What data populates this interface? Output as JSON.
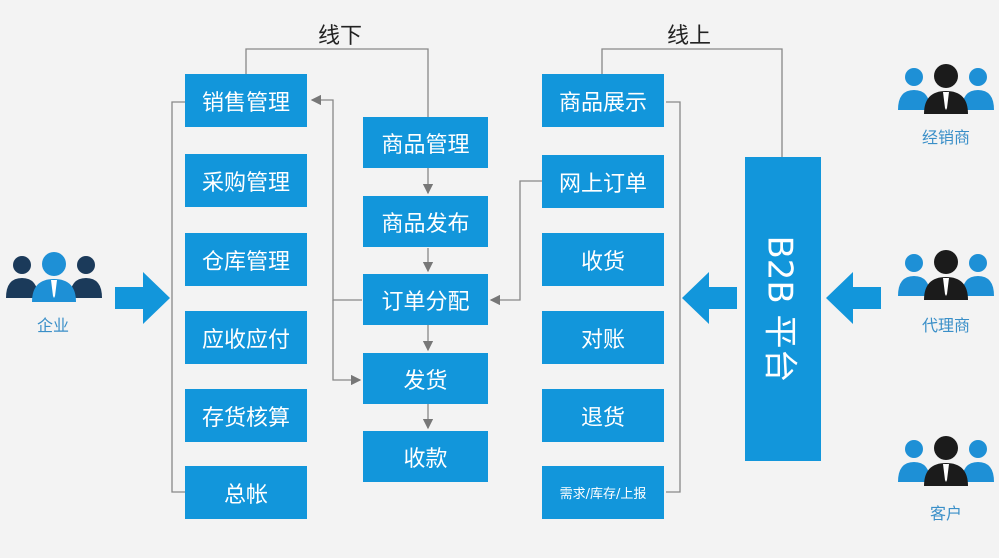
{
  "headers": {
    "offline": "线下",
    "online": "线上"
  },
  "left_column": [
    "销售管理",
    "采购管理",
    "仓库管理",
    "应收应付",
    "存货核算",
    "总帐"
  ],
  "middle_column": [
    "商品管理",
    "商品发布",
    "订单分配",
    "发货",
    "收款"
  ],
  "right_column": [
    "商品展示",
    "网上订单",
    "收货",
    "对账",
    "退货",
    "需求/库存/上报"
  ],
  "platform": "B2B 平台",
  "actors": {
    "left": "企业",
    "right": [
      "经销商",
      "代理商",
      "客户"
    ]
  },
  "colors": {
    "box": "#1296db",
    "arrow": "#1296db",
    "line": "#888888",
    "person_dark": "#1b1b1b",
    "person_light": "#1e90d6"
  }
}
